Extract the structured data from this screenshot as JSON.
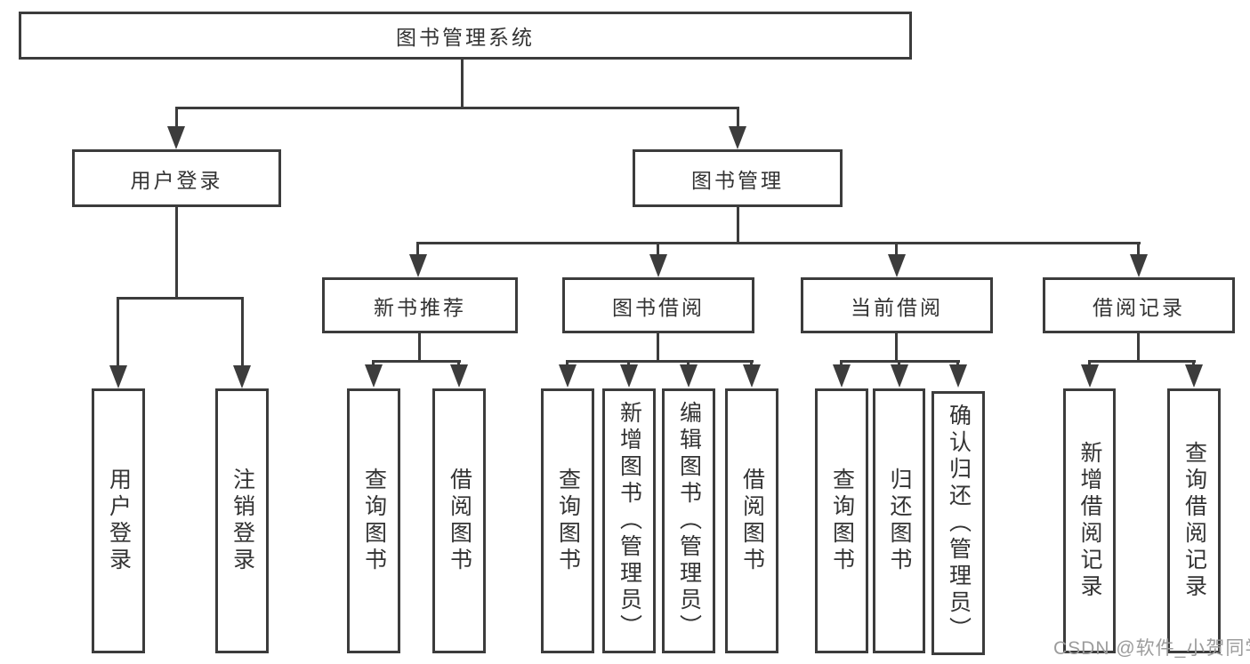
{
  "tree": {
    "root": {
      "label": "图书管理系统"
    },
    "children": [
      {
        "label": "用户登录",
        "children": [
          {
            "label": "用户登录"
          },
          {
            "label": "注销登录"
          }
        ]
      },
      {
        "label": "图书管理",
        "children": [
          {
            "label": "新书推荐",
            "children": [
              {
                "label": "查询图书"
              },
              {
                "label": "借阅图书"
              }
            ]
          },
          {
            "label": "图书借阅",
            "children": [
              {
                "label": "查询图书"
              },
              {
                "label": "新增图书（管理员）"
              },
              {
                "label": "编辑图书（管理员）"
              },
              {
                "label": "借阅图书"
              }
            ]
          },
          {
            "label": "当前借阅",
            "children": [
              {
                "label": "查询图书"
              },
              {
                "label": "归还图书"
              },
              {
                "label": "确认归还（管理员）"
              }
            ]
          },
          {
            "label": "借阅记录",
            "children": [
              {
                "label": "新增借阅记录"
              },
              {
                "label": "查询借阅记录"
              }
            ]
          }
        ]
      }
    ]
  },
  "watermark": "CSDN @软件_小贺同学",
  "colors": {
    "line": "#3c3c3c",
    "text": "#333333",
    "watermark": "#9c9c9c",
    "background": "#ffffff"
  }
}
